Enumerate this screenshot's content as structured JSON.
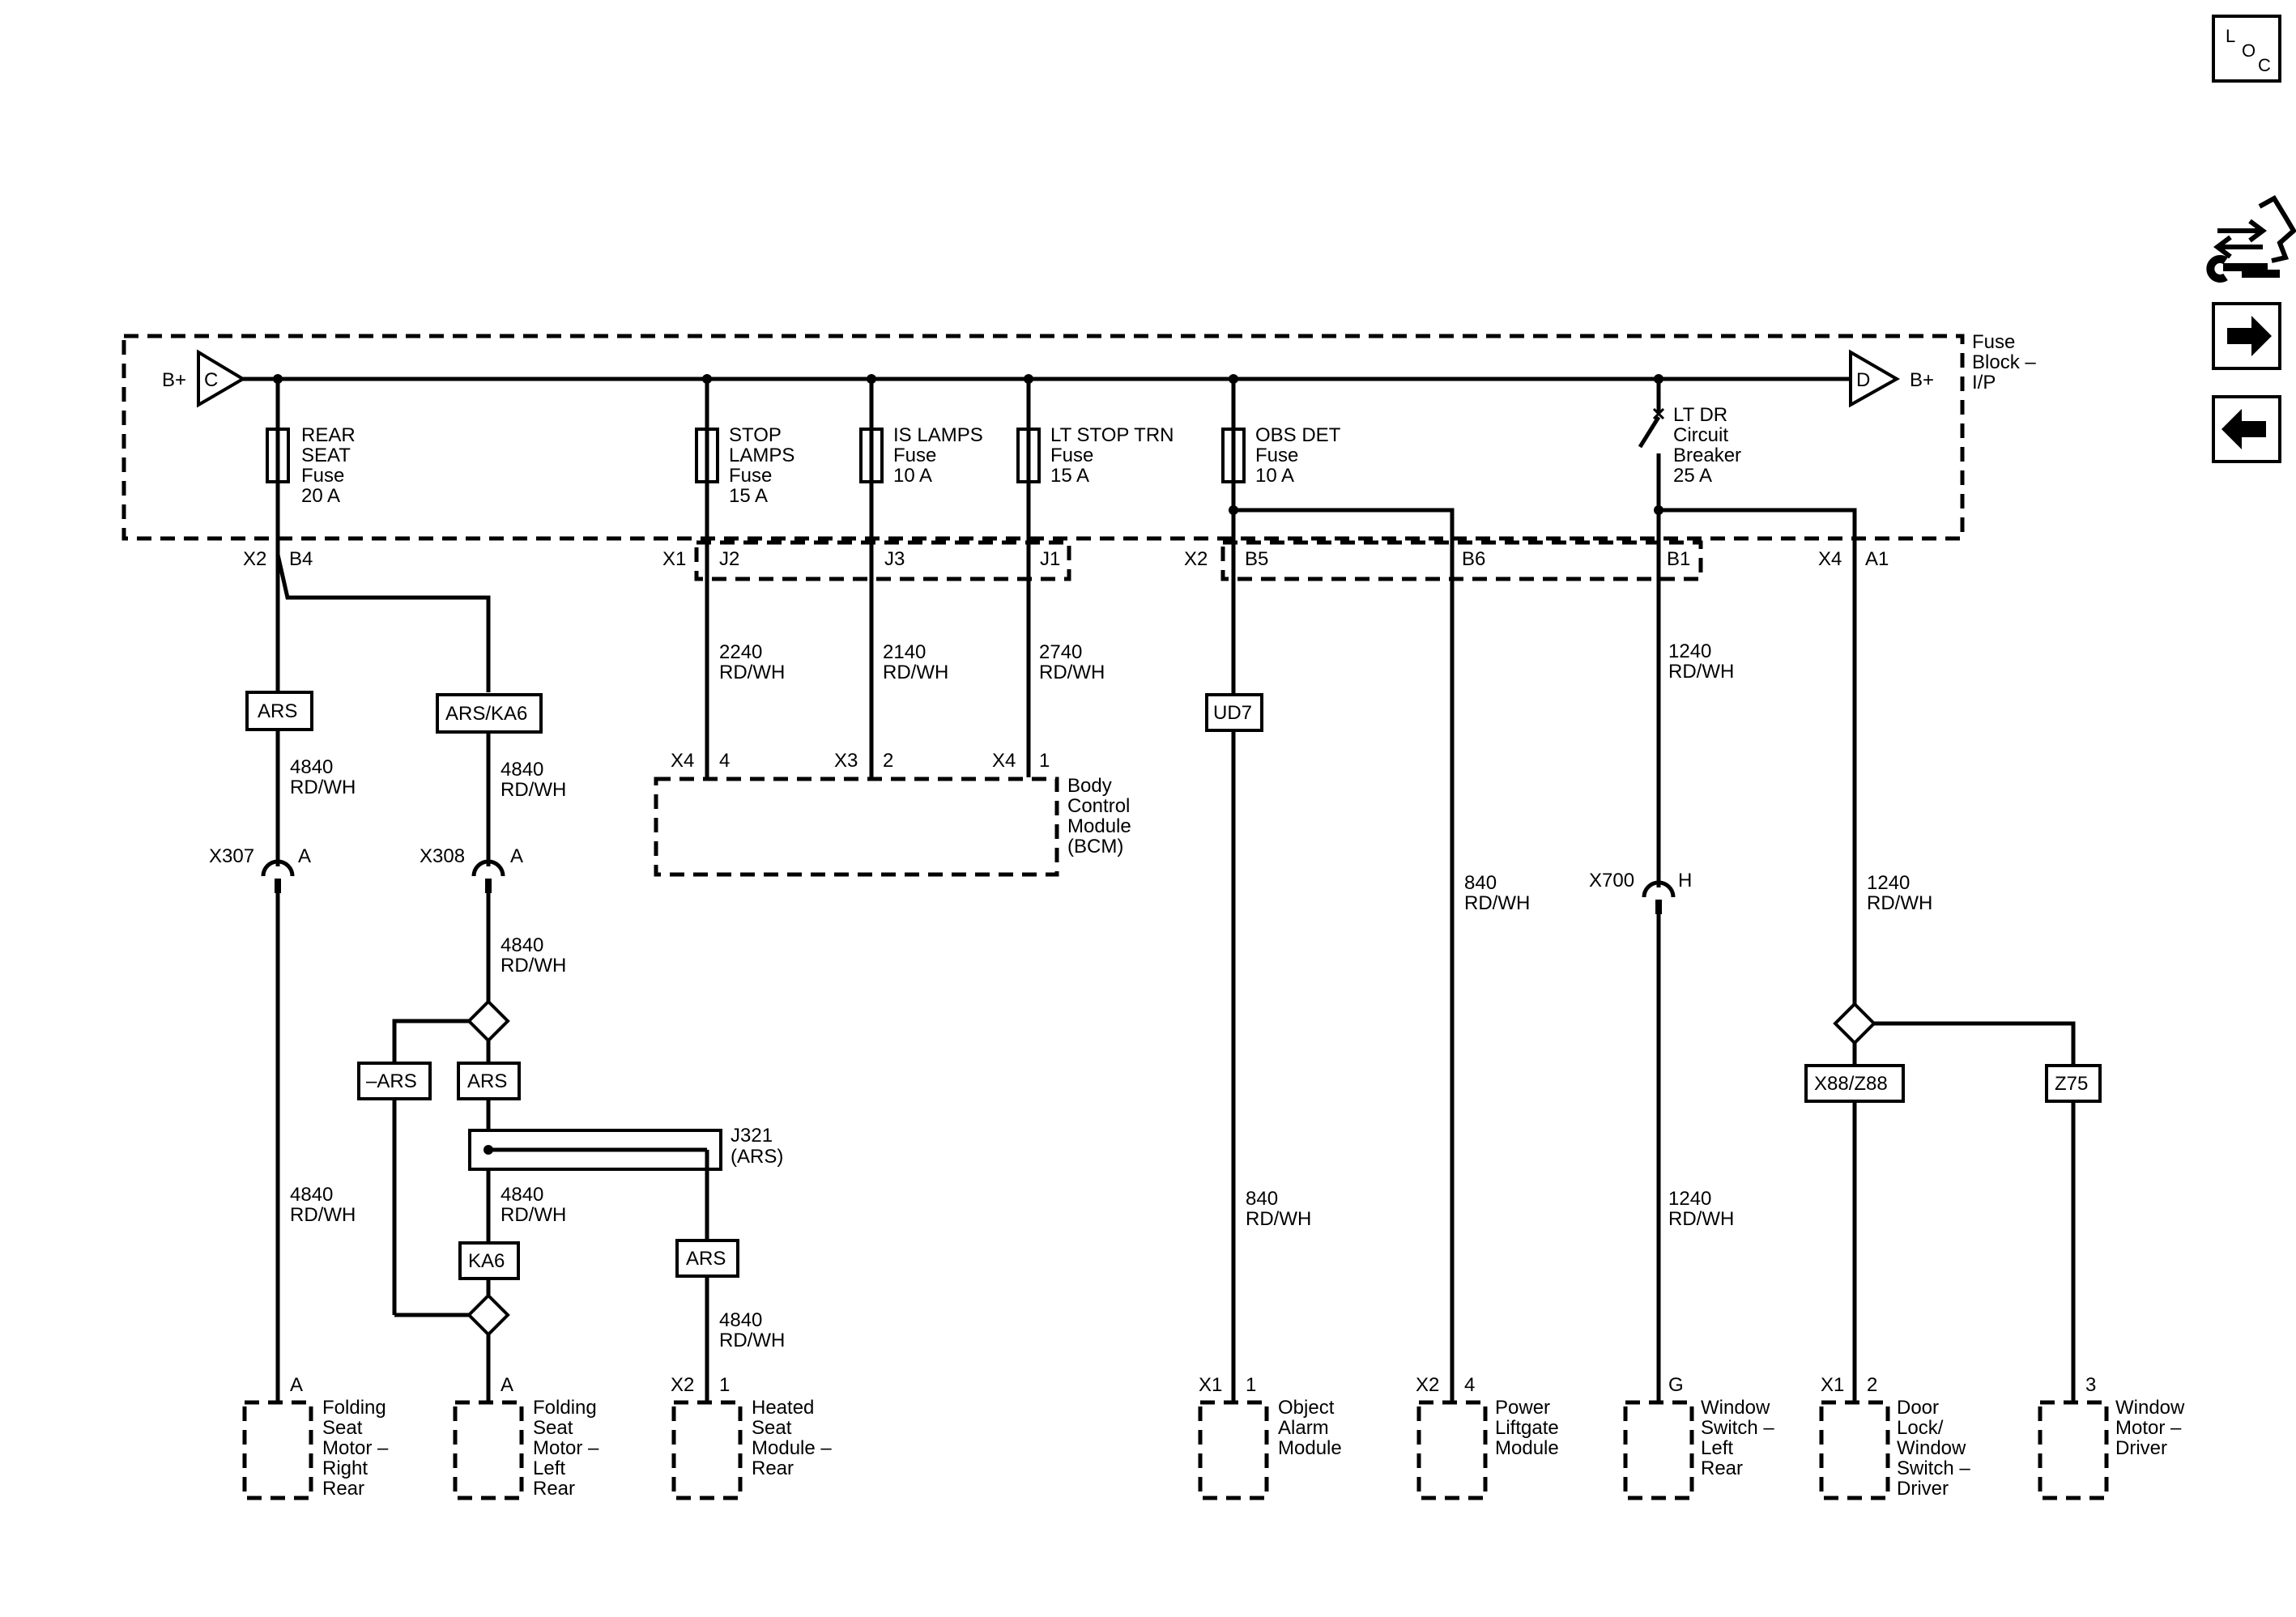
{
  "loc_icon": {
    "l": "L",
    "o": "O",
    "c": "C"
  },
  "icons": {
    "loc": "loc-icon",
    "connector_view": "connector-view-icon",
    "next": "arrow-right-icon",
    "prev": "arrow-left-icon"
  },
  "fuse_block": {
    "name": [
      "Fuse",
      "Block –",
      "I/P"
    ],
    "left_input": {
      "label": "B+",
      "letter": "C"
    },
    "right_input": {
      "label": "B+",
      "letter": "D"
    }
  },
  "fuses": [
    {
      "lines": [
        "REAR",
        "SEAT",
        "Fuse",
        "20 A"
      ]
    },
    {
      "lines": [
        "STOP",
        "LAMPS",
        "Fuse",
        "15 A"
      ]
    },
    {
      "lines": [
        "IS LAMPS",
        "Fuse",
        "10 A"
      ]
    },
    {
      "lines": [
        "LT STOP TRN",
        "Fuse",
        "15 A"
      ]
    },
    {
      "lines": [
        "OBS DET",
        "Fuse",
        "10 A"
      ]
    }
  ],
  "breaker": {
    "lines": [
      "LT DR",
      "Circuit",
      "Breaker",
      "25 A"
    ]
  },
  "fuse_pins": [
    {
      "conn": "X2",
      "pin": "B4"
    },
    {
      "conn": "X1",
      "pin": "J2"
    },
    {
      "pin": "J3"
    },
    {
      "pin": "J1"
    },
    {
      "conn": "X2",
      "pin": "B5"
    },
    {
      "pin": "B6"
    },
    {
      "pin": "B1"
    },
    {
      "conn": "X4",
      "pin": "A1"
    }
  ],
  "option_boxes": [
    "ARS",
    "ARS/KA6",
    "UD7",
    "–ARS",
    "ARS",
    "KA6",
    "ARS",
    "X88/Z88",
    "Z75"
  ],
  "wires": [
    [
      "4840",
      "RD/WH"
    ],
    [
      "4840",
      "RD/WH"
    ],
    [
      "2240",
      "RD/WH"
    ],
    [
      "2140",
      "RD/WH"
    ],
    [
      "2740",
      "RD/WH"
    ],
    [
      "1240",
      "RD/WH"
    ],
    [
      "4840",
      "RD/WH"
    ],
    [
      "840",
      "RD/WH"
    ],
    [
      "1240",
      "RD/WH"
    ],
    [
      "4840",
      "RD/WH"
    ],
    [
      "4840",
      "RD/WH"
    ],
    [
      "840",
      "RD/WH"
    ],
    [
      "1240",
      "RD/WH"
    ],
    [
      "4840",
      "RD/WH"
    ]
  ],
  "inline_connectors": [
    {
      "name": "X307",
      "pin": "A"
    },
    {
      "name": "X308",
      "pin": "A"
    },
    {
      "name": "X700",
      "pin": "H"
    }
  ],
  "bcm": {
    "name": [
      "Body",
      "Control",
      "Module",
      "(BCM)"
    ],
    "pins": [
      {
        "conn": "X4",
        "pin": "4"
      },
      {
        "conn": "X3",
        "pin": "2"
      },
      {
        "conn": "X4",
        "pin": "1"
      }
    ]
  },
  "splice": {
    "name": "J321",
    "option": "(ARS)"
  },
  "components": [
    {
      "conn": "",
      "pin": "A",
      "name": [
        "Folding",
        "Seat",
        "Motor –",
        "Right",
        "Rear"
      ]
    },
    {
      "conn": "",
      "pin": "A",
      "name": [
        "Folding",
        "Seat",
        "Motor –",
        "Left",
        "Rear"
      ]
    },
    {
      "conn": "X2",
      "pin": "1",
      "name": [
        "Heated",
        "Seat",
        "Module –",
        "Rear"
      ]
    },
    {
      "conn": "X1",
      "pin": "1",
      "name": [
        "Object",
        "Alarm",
        "Module"
      ]
    },
    {
      "conn": "X2",
      "pin": "4",
      "name": [
        "Power",
        "Liftgate",
        "Module"
      ]
    },
    {
      "conn": "",
      "pin": "G",
      "name": [
        "Window",
        "Switch –",
        "Left",
        "Rear"
      ]
    },
    {
      "conn": "X1",
      "pin": "2",
      "name": [
        "Door",
        "Lock/",
        "Window",
        "Switch –",
        "Driver"
      ]
    },
    {
      "conn": "",
      "pin": "3",
      "name": [
        "Window",
        "Motor –",
        "Driver"
      ]
    }
  ]
}
